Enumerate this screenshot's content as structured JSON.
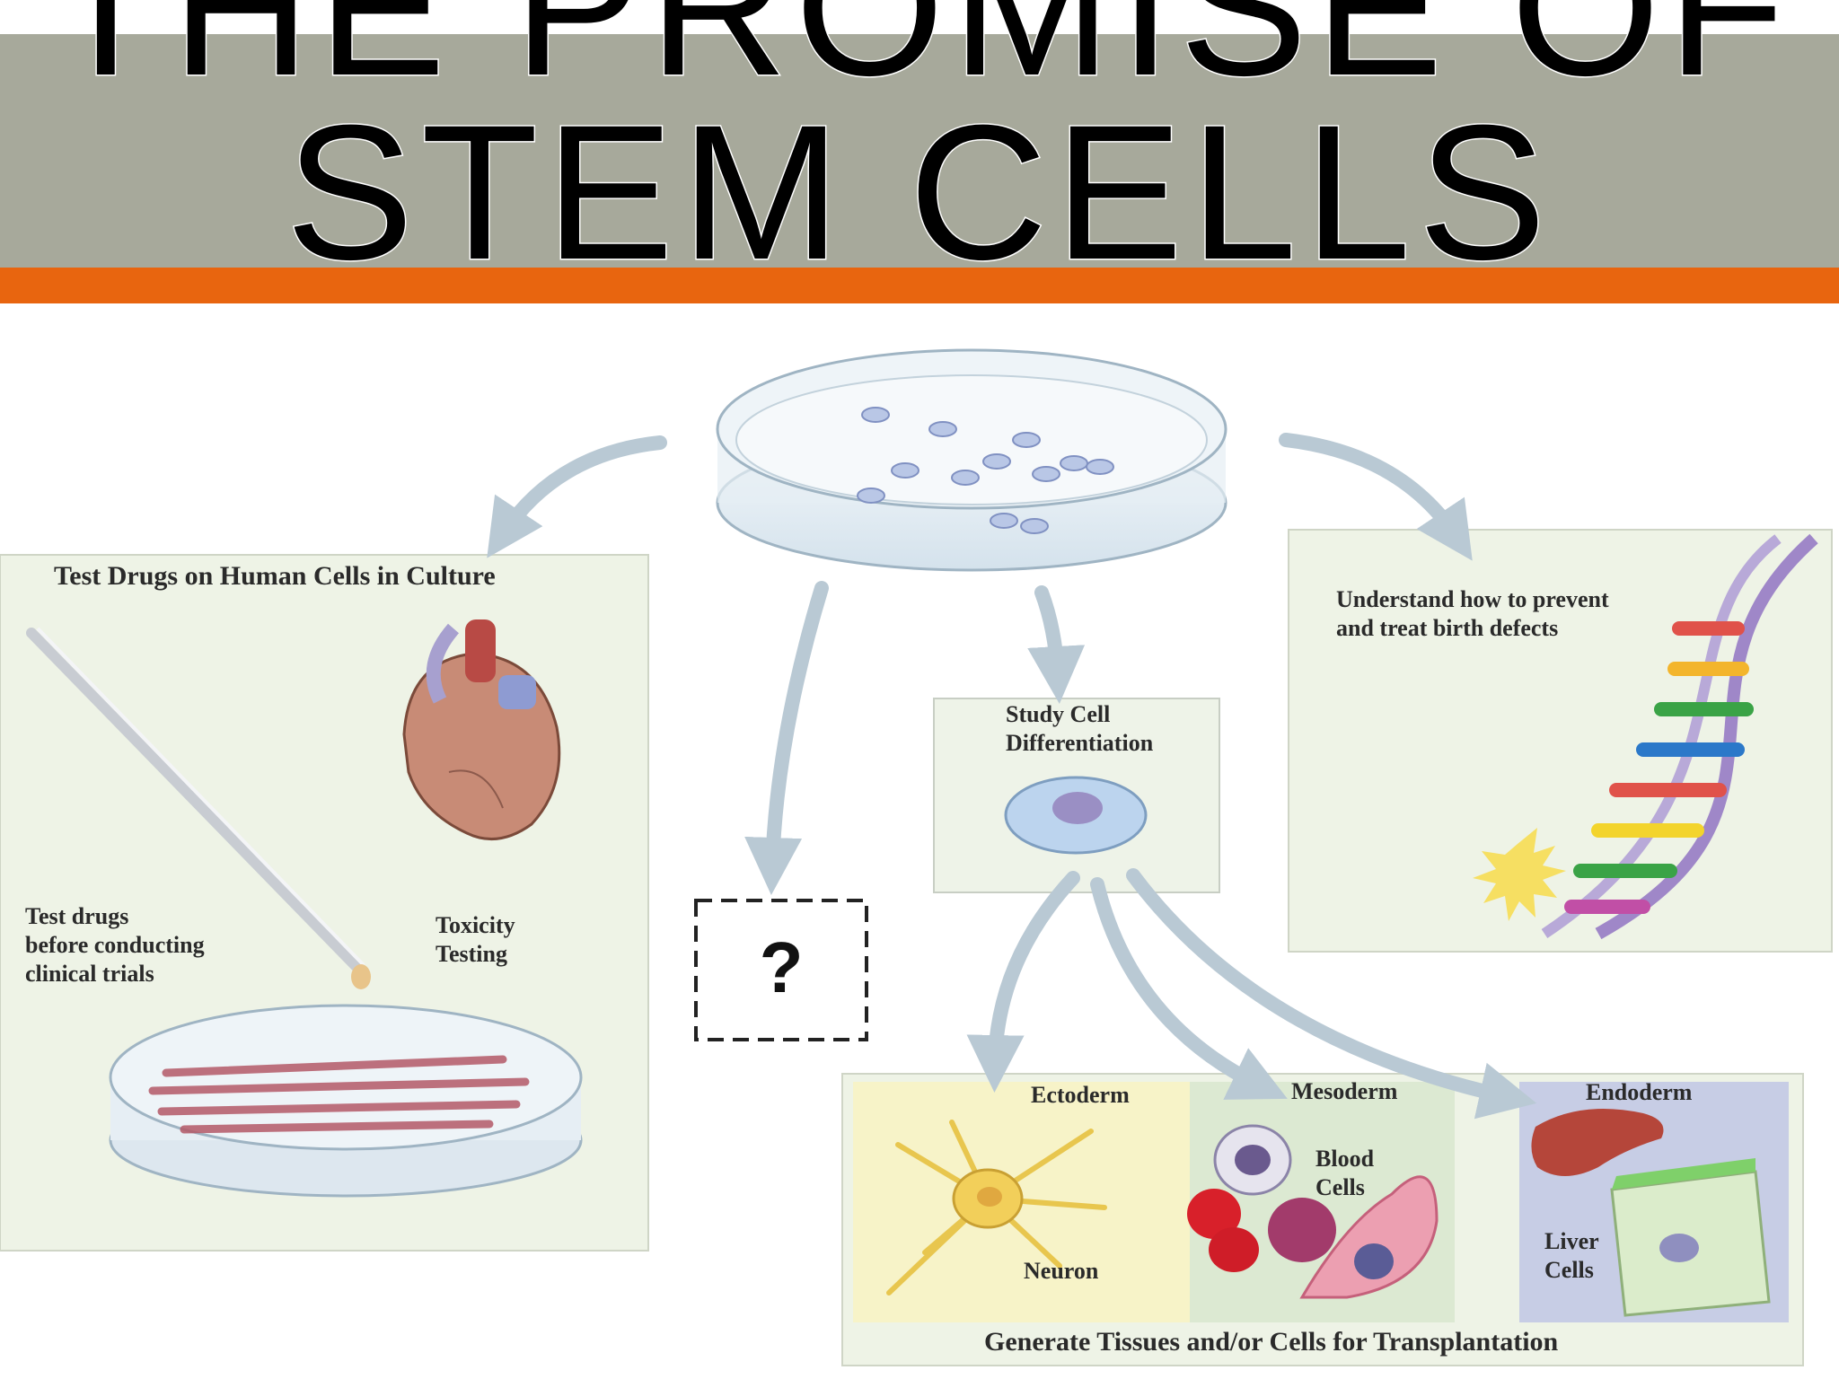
{
  "slide": {
    "title_line1": "THE PROMISE OF",
    "title_line2": "STEM CELLS"
  },
  "colors": {
    "title_band": "#a7a99b",
    "accent_band": "#e8650f"
  },
  "diagram": {
    "drugs_panel": {
      "title": "Test Drugs on Human Cells in Culture",
      "note1_line1": "Test drugs",
      "note1_line2": "before conducting",
      "note1_line3": "clinical trials",
      "note2_line1": "Toxicity",
      "note2_line2": "Testing"
    },
    "unknown_box": {
      "symbol": "?"
    },
    "differentiation_box": {
      "line1": "Study Cell",
      "line2": "Differentiation"
    },
    "birth_defects_panel": {
      "line1": "Understand how to prevent",
      "line2": "and treat birth defects"
    },
    "tissues_panel": {
      "caption": "Generate Tissues and/or Cells for Transplantation",
      "ectoderm": "Ectoderm",
      "neuron": "Neuron",
      "mesoderm": "Mesoderm",
      "blood_line1": "Blood",
      "blood_line2": "Cells",
      "endoderm": "Endoderm",
      "liver_line1": "Liver",
      "liver_line2": "Cells"
    }
  }
}
